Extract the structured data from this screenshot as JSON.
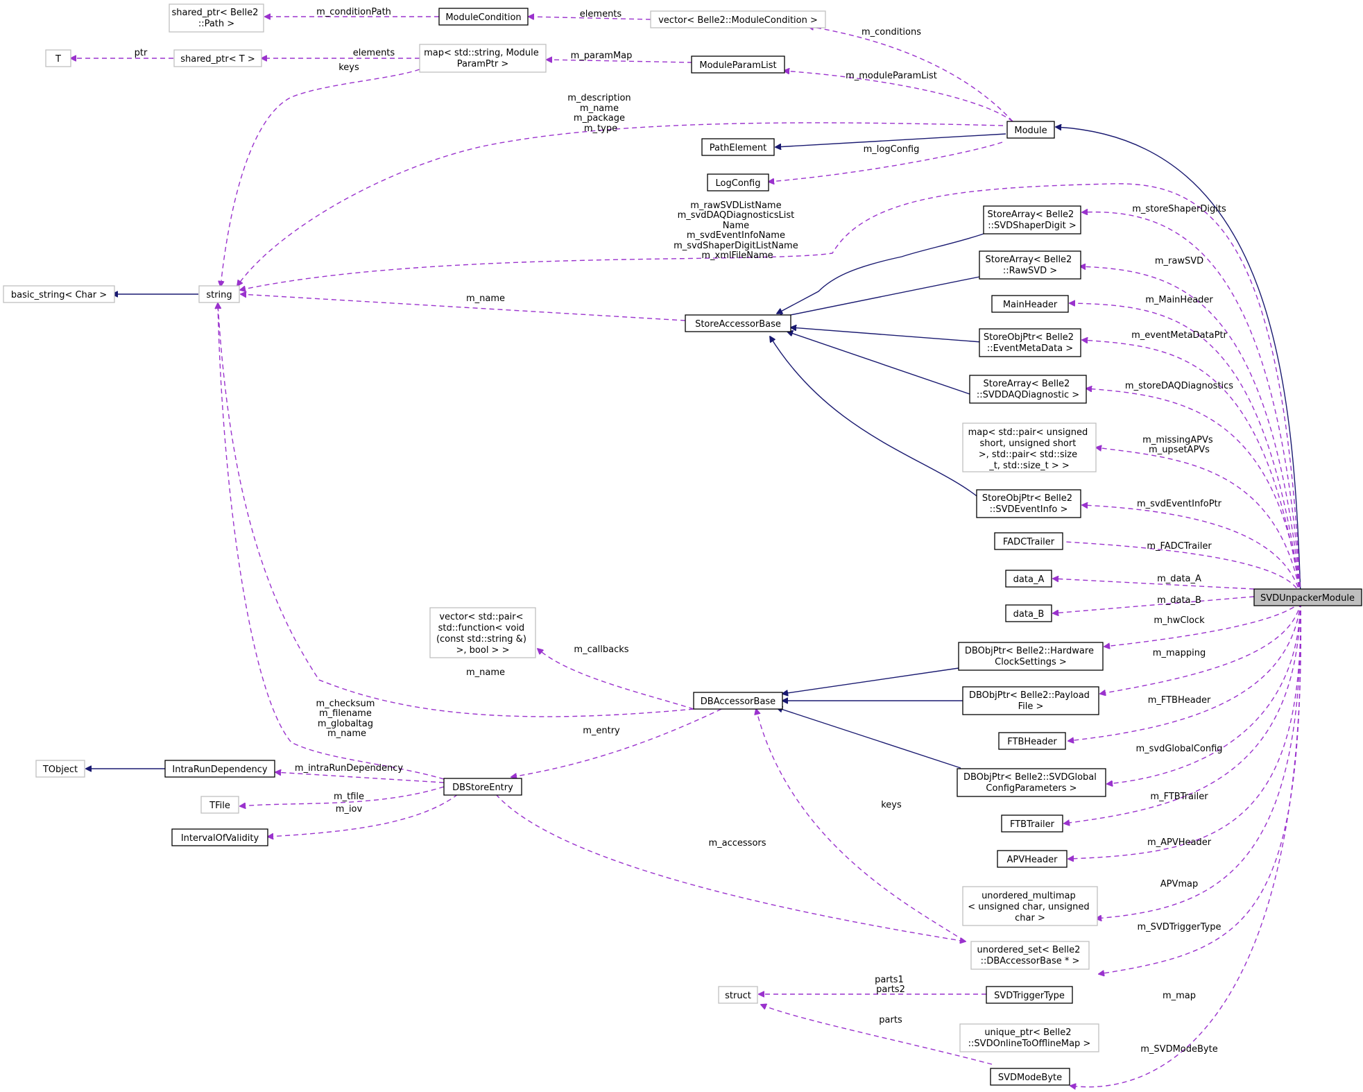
{
  "nodes": {
    "svd_unpacker_module": [
      "SVDUnpackerModule"
    ],
    "module": [
      "Module"
    ],
    "path_element": [
      "PathElement"
    ],
    "log_config": [
      "LogConfig"
    ],
    "module_param_list": [
      "ModuleParamList"
    ],
    "module_condition": [
      "ModuleCondition"
    ],
    "vector_module_condition": [
      "vector< Belle2::ModuleCondition >"
    ],
    "shared_ptr_path": [
      "shared_ptr< Belle2",
      "::Path >"
    ],
    "map_module_param": [
      "map< std::string, Module",
      "ParamPtr >"
    ],
    "shared_ptr_t": [
      "shared_ptr< T >"
    ],
    "t": [
      "T"
    ],
    "string": [
      "string"
    ],
    "basic_string": [
      "basic_string< Char >"
    ],
    "store_accessor_base": [
      "StoreAccessorBase"
    ],
    "store_array_shaper": [
      "StoreArray< Belle2",
      "::SVDShaperDigit >"
    ],
    "store_array_rawsvd": [
      "StoreArray< Belle2",
      "::RawSVD >"
    ],
    "main_header": [
      "MainHeader"
    ],
    "store_obj_event_meta": [
      "StoreObjPtr< Belle2",
      "::EventMetaData >"
    ],
    "store_array_daq": [
      "StoreArray< Belle2",
      "::SVDDAQDiagnostic >"
    ],
    "map_pair": [
      "map< std::pair< unsigned",
      "short, unsigned short",
      ">, std::pair< std::size",
      "_t, std::size_t > >"
    ],
    "store_obj_svd_event_info": [
      "StoreObjPtr< Belle2",
      "::SVDEventInfo >"
    ],
    "fadc_trailer": [
      "FADCTrailer"
    ],
    "data_a": [
      "data_A"
    ],
    "data_b": [
      "data_B"
    ],
    "vector_callbacks": [
      "vector< std::pair<",
      "std::function< void",
      "(const std::string &)",
      ">, bool > >"
    ],
    "db_accessor_base": [
      "DBAccessorBase"
    ],
    "db_obj_hw_clock": [
      "DBObjPtr< Belle2::Hardware",
      "ClockSettings >"
    ],
    "db_obj_payload": [
      "DBObjPtr< Belle2::Payload",
      "File >"
    ],
    "ftb_header": [
      "FTBHeader"
    ],
    "db_obj_global_config": [
      "DBObjPtr< Belle2::SVDGlobal",
      "ConfigParameters >"
    ],
    "ftb_trailer": [
      "FTBTrailer"
    ],
    "apv_header": [
      "APVHeader"
    ],
    "unordered_multimap": [
      "unordered_multimap",
      "< unsigned char, unsigned",
      "char >"
    ],
    "unordered_set": [
      "unordered_set< Belle2",
      "::DBAccessorBase * >"
    ],
    "struct": [
      "struct"
    ],
    "svd_trigger_type": [
      "SVDTriggerType"
    ],
    "unique_ptr_map": [
      "unique_ptr< Belle2",
      "::SVDOnlineToOfflineMap >"
    ],
    "svd_mode_byte": [
      "SVDModeByte"
    ],
    "tobject": [
      "TObject"
    ],
    "intra_run_dependency": [
      "IntraRunDependency"
    ],
    "db_store_entry": [
      "DBStoreEntry"
    ],
    "tfile": [
      "TFile"
    ],
    "interval_of_validity": [
      "IntervalOfValidity"
    ]
  },
  "edge_labels": {
    "m_condition_path": [
      "m_conditionPath"
    ],
    "elements_cond": [
      "elements"
    ],
    "m_conditions": [
      "m_conditions"
    ],
    "ptr": [
      "ptr"
    ],
    "elements_map": [
      "elements"
    ],
    "keys_map": [
      "keys"
    ],
    "m_param_map": [
      "m_paramMap"
    ],
    "m_module_param_list": [
      "m_moduleParamList"
    ],
    "module_strings": [
      "m_description",
      "m_name",
      "m_package",
      "m_type"
    ],
    "m_log_config": [
      "m_logConfig"
    ],
    "svd_strings": [
      "m_rawSVDListName",
      "m_svdDAQDiagnosticsList",
      "Name",
      "m_svdEventInfoName",
      "m_svdShaperDigitListName",
      "m_xmlFileName"
    ],
    "m_store_shaper_digits": [
      "m_storeShaperDigits"
    ],
    "m_raw_svd": [
      "m_rawSVD"
    ],
    "m_main_header": [
      "m_MainHeader"
    ],
    "m_event_meta_data_ptr": [
      "m_eventMetaDataPtr"
    ],
    "m_store_daq_diagnostics": [
      "m_storeDAQDiagnostics"
    ],
    "m_missing_apvs": [
      "m_missingAPVs",
      "m_upsetAPVs"
    ],
    "m_svd_event_info_ptr": [
      "m_svdEventInfoPtr"
    ],
    "m_fadc_trailer": [
      "m_FADCTrailer"
    ],
    "m_data_a": [
      "m_data_A"
    ],
    "m_data_b": [
      "m_data_B"
    ],
    "m_hw_clock": [
      "m_hwClock"
    ],
    "m_mapping": [
      "m_mapping"
    ],
    "m_ftb_header": [
      "m_FTBHeader"
    ],
    "m_svd_global_config": [
      "m_svdGlobalConfig"
    ],
    "m_ftb_trailer": [
      "m_FTBTrailer"
    ],
    "m_apv_header": [
      "m_APVHeader"
    ],
    "apv_map": [
      "APVmap"
    ],
    "m_svd_trigger_type": [
      "m_SVDTriggerType"
    ],
    "m_map": [
      "m_map"
    ],
    "m_svd_mode_byte": [
      "m_SVDModeByte"
    ],
    "m_name_store": [
      "m_name"
    ],
    "m_name_db": [
      "m_name"
    ],
    "m_callbacks": [
      "m_callbacks"
    ],
    "m_entry": [
      "m_entry"
    ],
    "db_entry_strings": [
      "m_checksum",
      "m_filename",
      "m_globaltag",
      "m_name"
    ],
    "m_intra_run_dependency": [
      "m_intraRunDependency"
    ],
    "m_tfile": [
      "m_tfile"
    ],
    "m_iov": [
      "m_iov"
    ],
    "keys_db": [
      "keys"
    ],
    "m_accessors": [
      "m_accessors"
    ],
    "parts12": [
      "parts1",
      "parts2"
    ],
    "parts": [
      "parts"
    ]
  }
}
